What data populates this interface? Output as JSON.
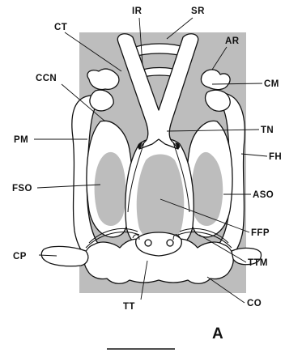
{
  "colors": {
    "shading": "#bdbdbd",
    "ink": "#111111",
    "paper": "#ffffff"
  },
  "labels": {
    "IR": "IR",
    "SR": "SR",
    "CT": "CT",
    "AR": "AR",
    "CCN": "CCN",
    "CM": "CM",
    "TN": "TN",
    "PM": "PM",
    "FH": "FH",
    "FSO": "FSO",
    "ASO": "ASO",
    "FFP": "FFP",
    "CP": "CP",
    "TTM": "TTM",
    "TT": "TT",
    "CO": "CO"
  },
  "panel_letter": "A"
}
